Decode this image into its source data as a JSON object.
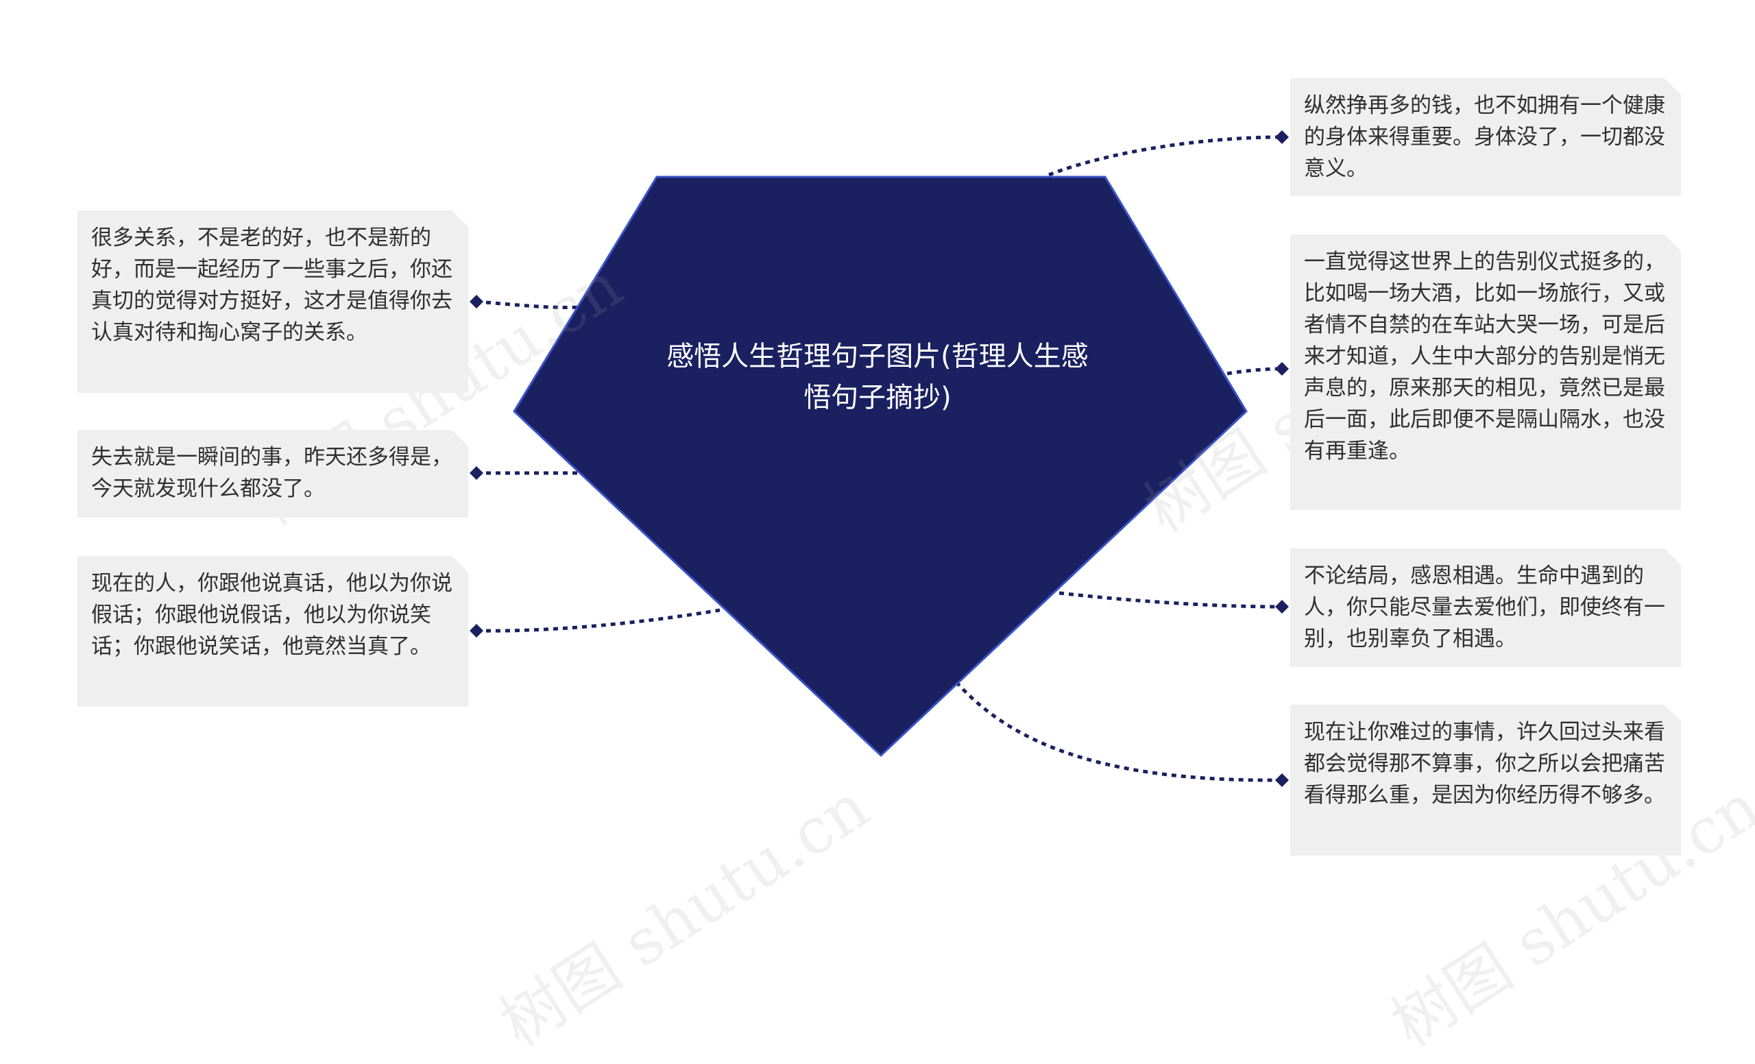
{
  "diagram": {
    "central_topic": "感悟人生哲理句子图片(哲理人生感悟句子摘抄)",
    "left_nodes": [
      "很多关系，不是老的好，也不是新的好，而是一起经历了一些事之后，你还真切的觉得对方挺好，这才是值得你去认真对待和掏心窝子的关系。",
      "失去就是一瞬间的事，昨天还多得是，今天就发现什么都没了。",
      "现在的人，你跟他说真话，他以为你说假话；你跟他说假话，他以为你说笑话；你跟他说笑话，他竟然当真了。"
    ],
    "right_nodes": [
      "纵然挣再多的钱，也不如拥有一个健康的身体来得重要。身体没了，一切都没意义。",
      "一直觉得这世界上的告别仪式挺多的，比如喝一场大酒，比如一场旅行，又或者情不自禁的在车站大哭一场，可是后来才知道，人生中大部分的告别是悄无声息的，原来那天的相见，竟然已是最后一面，此后即便不是隔山隔水，也没有再重逢。",
      "不论结局，感恩相遇。生命中遇到的人，你只能尽量去爱他们，即使终有一别，也别辜负了相遇。",
      "现在让你难过的事情，许久回过头来看都会觉得那不算事，你之所以会把痛苦看得那么重，是因为你经历得不够多。"
    ],
    "watermark": "树图 shutu.cn",
    "colors": {
      "center_fill": "#1a2060",
      "center_border": "#3a54c8",
      "connector": "#1a2060",
      "node_background": "#efefef",
      "node_text": "#2f2f2f"
    }
  }
}
